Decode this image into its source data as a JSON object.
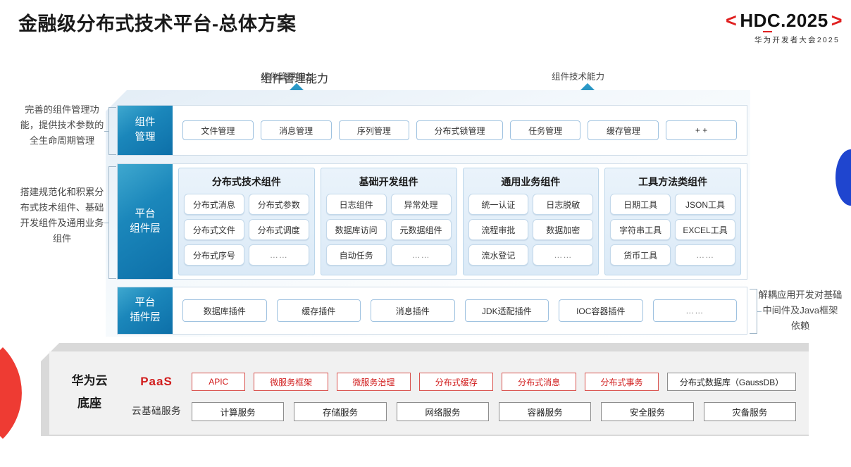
{
  "header": {
    "title": "金融级分布式技术平台-总体方案",
    "logo": {
      "bracket_left": "<",
      "bracket_right": ">",
      "main": "HDC.2025",
      "sub": "华为开发者大会2025",
      "accent_color": "#e02020"
    }
  },
  "arrows": [
    {
      "label": "组件管理能力",
      "name": "arrow-component-management"
    },
    {
      "label": "组件技术能力",
      "name": "arrow-component-technology"
    }
  ],
  "side_notes": {
    "left": [
      "完善的组件管理功能，提供技术参数的全生命周期管理",
      "搭建规范化和积累分布式技术组件、基础开发组件及通用业务组件"
    ],
    "right": "解耦应用开发对基础中间件及Java框架依赖"
  },
  "rows": {
    "component_management": {
      "label_line1": "组件",
      "label_line2": "管理",
      "items": [
        "文件管理",
        "消息管理",
        "序列管理",
        "分布式锁管理",
        "任务管理",
        "缓存管理",
        "+ +"
      ]
    },
    "platform_component_layer": {
      "label_line1": "平台",
      "label_line2": "组件层",
      "groups": [
        {
          "title": "分布式技术组件",
          "items": [
            "分布式消息",
            "分布式参数",
            "分布式文件",
            "分布式调度",
            "分布式序号",
            "……"
          ]
        },
        {
          "title": "基础开发组件",
          "items": [
            "日志组件",
            "异常处理",
            "数据库访问",
            "元数据组件",
            "自动任务",
            "……"
          ]
        },
        {
          "title": "通用业务组件",
          "items": [
            "统一认证",
            "日志脱敏",
            "流程审批",
            "数据加密",
            "流水登记",
            "……"
          ]
        },
        {
          "title": "工具方法类组件",
          "items": [
            "日期工具",
            "JSON工具",
            "字符串工具",
            "EXCEL工具",
            "货币工具",
            "……"
          ]
        }
      ]
    },
    "platform_plugin_layer": {
      "label_line1": "平台",
      "label_line2": "插件层",
      "items": [
        "数据库插件",
        "缓存插件",
        "消息插件",
        "JDK适配插件",
        "IOC容器插件",
        "……"
      ]
    }
  },
  "base": {
    "title_line1": "华为云",
    "title_line2": "底座",
    "paas_label": "PaaS",
    "cloud_label": "云基础服务",
    "paas_items": [
      {
        "text": "APIC",
        "highlight": true
      },
      {
        "text": "微服务框架",
        "highlight": true
      },
      {
        "text": "微服务治理",
        "highlight": true
      },
      {
        "text": "分布式缓存",
        "highlight": true
      },
      {
        "text": "分布式消息",
        "highlight": true
      },
      {
        "text": "分布式事务",
        "highlight": true
      },
      {
        "text": "分布式数据库（GaussDB）",
        "highlight": false
      }
    ],
    "cloud_items": [
      "计算服务",
      "存储服务",
      "网络服务",
      "容器服务",
      "安全服务",
      "灾备服务"
    ]
  },
  "colors": {
    "accent_red": "#d11d1d",
    "accent_blue": "#0d6fa8",
    "arrow_blue": "#1b7fb5",
    "edge_red": "#ee3b33",
    "edge_blue": "#1f45cf"
  }
}
